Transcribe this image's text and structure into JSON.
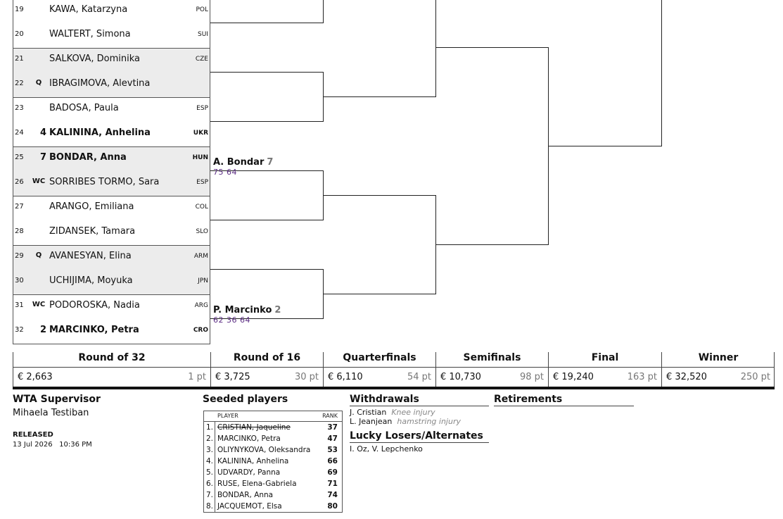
{
  "players": [
    {
      "num": "19",
      "mark": "",
      "seed": "",
      "name": "KAWA, Katarzyna",
      "nat": "POL"
    },
    {
      "num": "20",
      "mark": "",
      "seed": "",
      "name": "WALTERT, Simona",
      "nat": "SUI"
    },
    {
      "num": "21",
      "mark": "",
      "seed": "",
      "name": "SALKOVA, Dominika",
      "nat": "CZE"
    },
    {
      "num": "22",
      "mark": "Q",
      "seed": "",
      "name": "IBRAGIMOVA, Alevtina",
      "nat": ""
    },
    {
      "num": "23",
      "mark": "",
      "seed": "",
      "name": "BADOSA, Paula",
      "nat": "ESP"
    },
    {
      "num": "24",
      "mark": "",
      "seed": "4",
      "name": "KALININA, Anhelina",
      "nat": "UKR"
    },
    {
      "num": "25",
      "mark": "",
      "seed": "7",
      "name": "BONDAR, Anna",
      "nat": "HUN"
    },
    {
      "num": "26",
      "mark": "WC",
      "seed": "",
      "name": "SORRIBES TORMO, Sara",
      "nat": "ESP"
    },
    {
      "num": "27",
      "mark": "",
      "seed": "",
      "name": "ARANGO, Emiliana",
      "nat": "COL"
    },
    {
      "num": "28",
      "mark": "",
      "seed": "",
      "name": "ZIDANSEK, Tamara",
      "nat": "SLO"
    },
    {
      "num": "29",
      "mark": "Q",
      "seed": "",
      "name": "AVANESYAN, Elina",
      "nat": "ARM"
    },
    {
      "num": "30",
      "mark": "",
      "seed": "",
      "name": "UCHIJIMA, Moyuka",
      "nat": "JPN"
    },
    {
      "num": "31",
      "mark": "WC",
      "seed": "",
      "name": "PODOROSKA, Nadia",
      "nat": "ARG"
    },
    {
      "num": "32",
      "mark": "",
      "seed": "2",
      "name": "MARCINKO, Petra",
      "nat": "CRO"
    }
  ],
  "winners": [
    {
      "name": "A. Bondar",
      "seed": "7",
      "score": "75 64"
    },
    {
      "name": "P. Marcinko",
      "seed": "2",
      "score": "62 36 64"
    }
  ],
  "rounds": [
    {
      "label": "Round of 32",
      "prize": "€ 2,663",
      "points": "1 pt"
    },
    {
      "label": "Round of 16",
      "prize": "€ 3,725",
      "points": "30 pt"
    },
    {
      "label": "Quarterfinals",
      "prize": "€ 6,110",
      "points": "54 pt"
    },
    {
      "label": "Semifinals",
      "prize": "€ 10,730",
      "points": "98 pt"
    },
    {
      "label": "Final",
      "prize": "€ 19,240",
      "points": "163 pt"
    },
    {
      "label": "Winner",
      "prize": "€ 32,520",
      "points": "250 pt"
    }
  ],
  "supervisor": {
    "heading": "WTA Supervisor",
    "name": "Mihaela Testiban"
  },
  "released": {
    "label": "RELEASED",
    "date": "13 Jul 2026",
    "time": "10:36 PM"
  },
  "seeded": {
    "heading": "Seeded players",
    "col_player": "PLAYER",
    "col_rank": "RANK",
    "rows": [
      {
        "n": "1.",
        "name": "CRISTIAN, Jaqueline",
        "rank": "37",
        "withdrawn": true
      },
      {
        "n": "2.",
        "name": "MARCINKO, Petra",
        "rank": "47",
        "withdrawn": false
      },
      {
        "n": "3.",
        "name": "OLIYNYKOVA, Oleksandra",
        "rank": "53",
        "withdrawn": false
      },
      {
        "n": "4.",
        "name": "KALININA, Anhelina",
        "rank": "66",
        "withdrawn": false
      },
      {
        "n": "5.",
        "name": "UDVARDY, Panna",
        "rank": "69",
        "withdrawn": false
      },
      {
        "n": "6.",
        "name": "RUSE, Elena-Gabriela",
        "rank": "71",
        "withdrawn": false
      },
      {
        "n": "7.",
        "name": "BONDAR, Anna",
        "rank": "74",
        "withdrawn": false
      },
      {
        "n": "8.",
        "name": "JACQUEMOT, Elsa",
        "rank": "80",
        "withdrawn": false
      }
    ]
  },
  "withdrawals": {
    "heading": "Withdrawals",
    "items": [
      {
        "name": "J. Cristian",
        "reason": "Knee injury"
      },
      {
        "name": "L. Jeanjean",
        "reason": "hamstring injury"
      }
    ]
  },
  "lucky_losers": {
    "heading": "Lucky Losers/Alternates",
    "text": "I. Oz, V. Lepchenko"
  },
  "retirements": {
    "heading": "Retirements"
  }
}
